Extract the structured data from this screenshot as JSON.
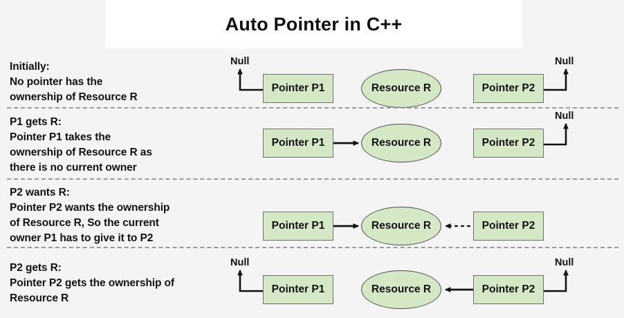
{
  "title": "Auto Pointer in C++",
  "theme": {
    "page_background": "#f4f4f4",
    "card_background": "#ffffff",
    "node_fill": "#d4e8c6",
    "node_stroke": "#6f6f6f",
    "ink": "#111111",
    "separator": "#9a9a9a"
  },
  "labels": {
    "pointer_p1": "Pointer P1",
    "pointer_p2": "Pointer P2",
    "resource_r": "Resource R",
    "null": "Null"
  },
  "rows": [
    {
      "id": "initially",
      "heading": "Initially:",
      "body": "No pointer has the\nownership of Resource R",
      "caption": "Initially:\nNo pointer has the\nownership of Resource R",
      "p1_null": true,
      "p2_null": true,
      "p1_to_r": "none",
      "p2_to_r": "none"
    },
    {
      "id": "p1-gets-r",
      "heading": "P1 gets R:",
      "body": "Pointer P1 takes the\nownership of Resource R as\nthere is no current owner",
      "caption": "P1 gets R:\nPointer P1 takes the\nownership of Resource R as\nthere is no current owner",
      "p1_null": false,
      "p2_null": true,
      "p1_to_r": "solid",
      "p2_to_r": "none"
    },
    {
      "id": "p2-wants-r",
      "heading": "P2 wants R:",
      "body": "Pointer P2 wants the ownership\nof Resource R, So the current\nowner P1 has to give it to P2",
      "caption": "P2 wants R:\nPointer P2 wants the ownership\nof Resource R, So the current\nowner P1 has to give it to P2",
      "p1_null": false,
      "p2_null": false,
      "p1_to_r": "solid",
      "p2_to_r": "dashed"
    },
    {
      "id": "p2-gets-r",
      "heading": "P2 gets R:",
      "body": "Pointer P2 gets the ownership of\nResource R",
      "caption": "P2 gets R:\nPointer P2 gets the ownership of\nResource R",
      "p1_null": true,
      "p2_null": false,
      "p1_to_r": "none",
      "p2_to_r": "solid"
    }
  ]
}
